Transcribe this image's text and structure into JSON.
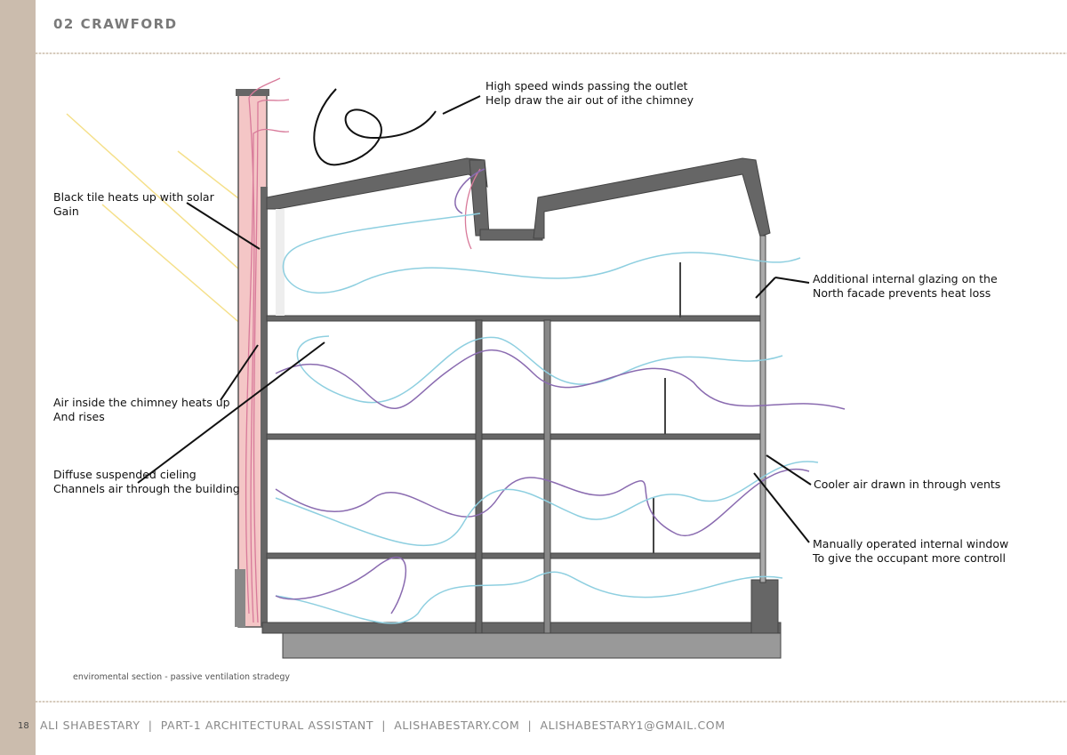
{
  "header": {
    "title": "02 CRAWFORD"
  },
  "diagram": {
    "caption": "enviromental section - passive ventilation stradegy",
    "annotations": {
      "wind": [
        "High speed winds passing the outlet",
        "Help draw the air out of ithe chimney"
      ],
      "black_tile": [
        "Black tile heats up with solar",
        "Gain"
      ],
      "chimney_air": [
        "Air inside the chimney heats up",
        "And rises"
      ],
      "ceiling": [
        "Diffuse suspended cieling",
        "Channels air through the building"
      ],
      "glazing": [
        "Additional internal glazing on the",
        "North facade prevents heat loss"
      ],
      "cooler_air": [
        "Cooler air drawn in through vents"
      ],
      "window": [
        "Manually operated internal window",
        "To give the occupant more controll"
      ]
    },
    "colors": {
      "cool_air": "#8ecfe0",
      "warm_air": "#8a6bb0",
      "hot_air": "#d87a9a",
      "sun": "#f5e08a",
      "chimney": "#f4c6c6"
    }
  },
  "footer": {
    "page_number": "18",
    "text": "ALI SHABESTARY  |  PART-1 ARCHITECTURAL ASSISTANT  |  ALISHABESTARY.COM  |  ALISHABESTARY1@GMAIL.COM"
  }
}
